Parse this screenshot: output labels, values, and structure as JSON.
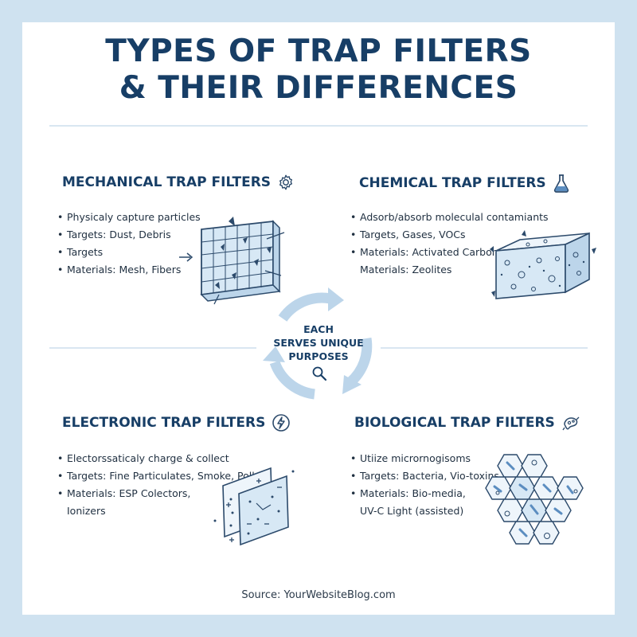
{
  "title_line1": "TYPES OF TRAP FILTERS",
  "title_line2": "& THEIR DIFFERENCES",
  "center": {
    "line1": "EACH",
    "line2": "SERVES UNIQUE",
    "line3": "PURPOSES",
    "icon": "magnifier-icon"
  },
  "sections": {
    "mechanical": {
      "title": "MECHANICAL TRAP FILTERS",
      "icon": "gear-icon",
      "items": [
        "Physicaly capture particles",
        "Targets: Dust, Debris",
        "Targets",
        "Materials: Mesh, Fibers"
      ]
    },
    "chemical": {
      "title": "CHEMICAL TRAP FILTERS",
      "icon": "flask-icon",
      "items": [
        "Adsorb/absorb moleculal contamiants",
        "Targets, Gases, VOCs",
        "Materials: Activated Carbon,",
        "Materials: Zeolites"
      ]
    },
    "electronic": {
      "title": "ELECTRONIC TRAP FILTERS",
      "icon": "lightning-icon",
      "items": [
        "Electorssaticaly charge & collect",
        "Targets: Fine Particulates, Smoke, Pollen",
        "Materials: ESP Colectors,",
        "Ionizers"
      ]
    },
    "biological": {
      "title": "BIOLOGICAL TRAP FILTERS",
      "icon": "microbe-icon",
      "items": [
        "Utiize micrornogisoms",
        "Targets: Bacteria, Vio-toxins",
        "Materials: Bio-media,",
        "UV-C Light (assisted)"
      ]
    }
  },
  "source": "Source: YourWebsiteBlog.com",
  "colors": {
    "background": "#cfe2f0",
    "title": "#173e66",
    "accent": "#bcd5ea",
    "illustration_fill": "#d7e8f5",
    "outline": "#2c4a6b"
  }
}
